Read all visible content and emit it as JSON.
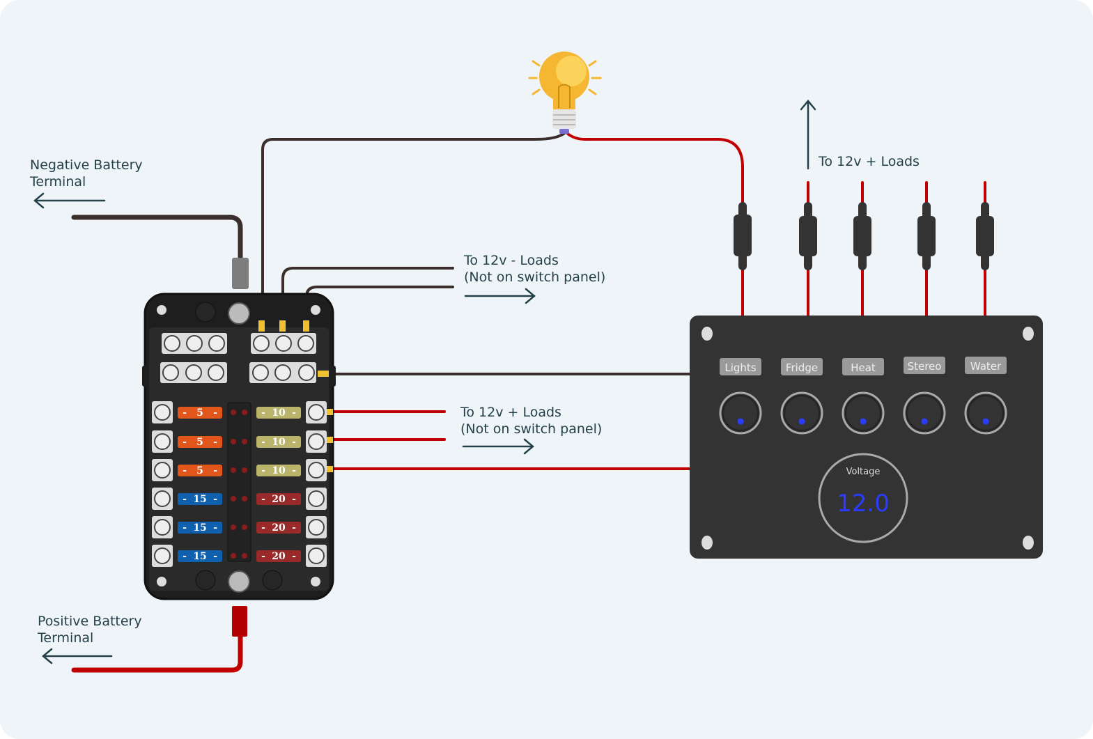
{
  "labels": {
    "negative_battery": [
      "Negative Battery",
      "Terminal"
    ],
    "positive_battery": [
      "Positive Battery",
      "Terminal"
    ],
    "neg_loads": [
      "To 12v - Loads",
      "(Not on switch panel)"
    ],
    "pos_loads": [
      "To 12v + Loads",
      "(Not on switch panel)"
    ],
    "panel_loads": "To 12v + Loads"
  },
  "fuse_box": {
    "left_fuses": [
      {
        "rating": "5",
        "color": "#e0561b"
      },
      {
        "rating": "5",
        "color": "#e0561b"
      },
      {
        "rating": "5",
        "color": "#e0561b"
      },
      {
        "rating": "15",
        "color": "#1060b0"
      },
      {
        "rating": "15",
        "color": "#1060b0"
      },
      {
        "rating": "15",
        "color": "#1060b0"
      }
    ],
    "right_fuses": [
      {
        "rating": "10",
        "color": "#b9b46a"
      },
      {
        "rating": "10",
        "color": "#b9b46a"
      },
      {
        "rating": "10",
        "color": "#b9b46a"
      },
      {
        "rating": "20",
        "color": "#9a2a2a"
      },
      {
        "rating": "20",
        "color": "#9a2a2a"
      },
      {
        "rating": "20",
        "color": "#9a2a2a"
      }
    ]
  },
  "switch_panel": {
    "switches": [
      "Lights",
      "Fridge",
      "Heat",
      "Stereo",
      "Water"
    ],
    "voltage_label": "Voltage",
    "voltage_value": "12.0"
  },
  "colors": {
    "background": "#eef4f7",
    "positive_wire": "#c00000",
    "negative_wire": "#3a2f2c",
    "text": "#24404a",
    "led": "#2b3cff"
  }
}
